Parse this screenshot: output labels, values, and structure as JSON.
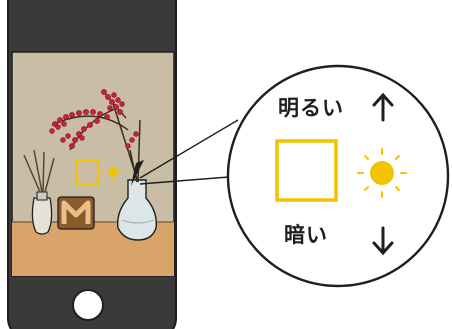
{
  "zoom_panel": {
    "bright_label": "明るい",
    "dark_label": "暗い",
    "up_arrow": "arrow-up-icon",
    "down_arrow": "arrow-down-icon",
    "sun_icon": "sun-icon",
    "focus_box": "focus-square"
  },
  "phone": {
    "shutter": "shutter-button",
    "scene": "camera-viewfinder"
  },
  "colors": {
    "phone_body": "#3a3a3a",
    "viewfinder_wall": "#c9bda6",
    "table": "#d9a46a",
    "focus_yellow": "#f2c400",
    "berries": "#c8233d",
    "ink": "#1f1f1f"
  }
}
